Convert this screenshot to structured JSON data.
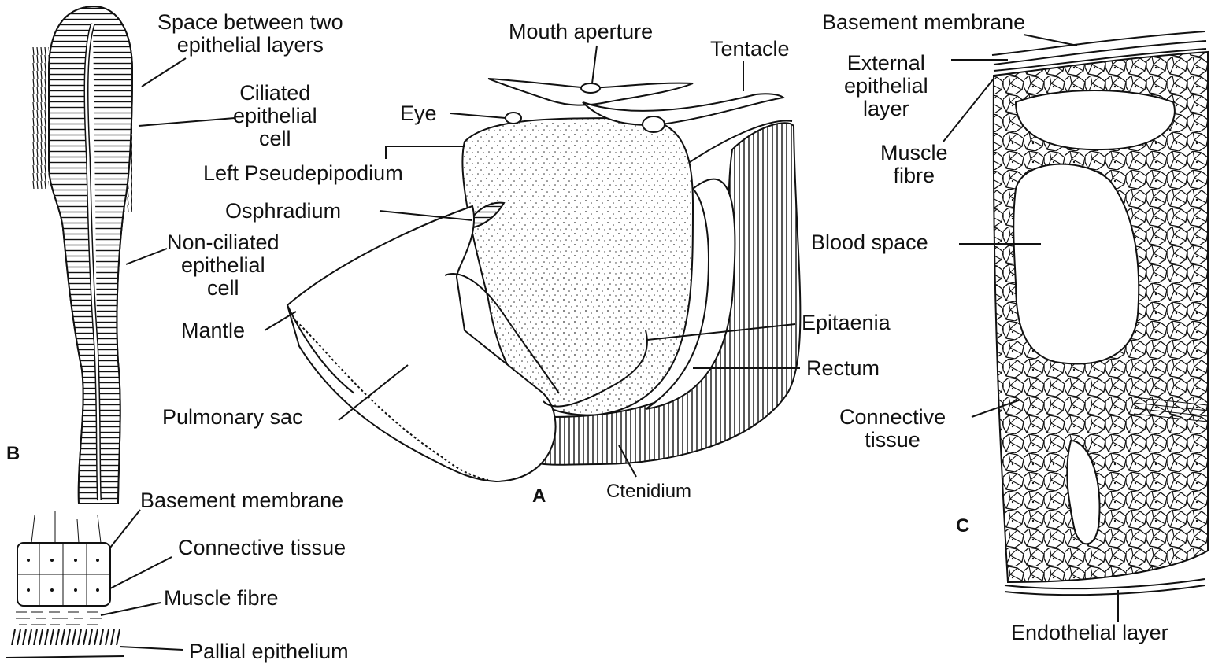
{
  "panels": {
    "a": "A",
    "b": "B",
    "c": "C"
  },
  "labels_b": {
    "space_between": "Space between two\nepithelial layers",
    "ciliated": "Ciliated\nepithelial\ncell",
    "non_ciliated": "Non-ciliated\nepithelial\ncell",
    "basement_membrane": "Basement membrane",
    "connective_tissue": "Connective tissue",
    "muscle_fibre": "Muscle fibre",
    "pallial_epithelium": "Pallial epithelium"
  },
  "labels_a": {
    "mouth_aperture": "Mouth aperture",
    "tentacle": "Tentacle",
    "eye": "Eye",
    "left_pseudepipodium": "Left Pseudepipodium",
    "osphradium": "Osphradium",
    "mantle": "Mantle",
    "pulmonary_sac": "Pulmonary sac",
    "epitaenia": "Epitaenia",
    "rectum": "Rectum",
    "ctenidium": "Ctenidium"
  },
  "labels_c": {
    "basement_membrane": "Basement membrane",
    "external_epithelial_layer": "External\nepithelial\nlayer",
    "muscle_fibre": "Muscle\nfibre",
    "blood_space": "Blood space",
    "connective_tissue": "Connective\ntissue",
    "endothelial_layer": "Endothelial layer"
  }
}
